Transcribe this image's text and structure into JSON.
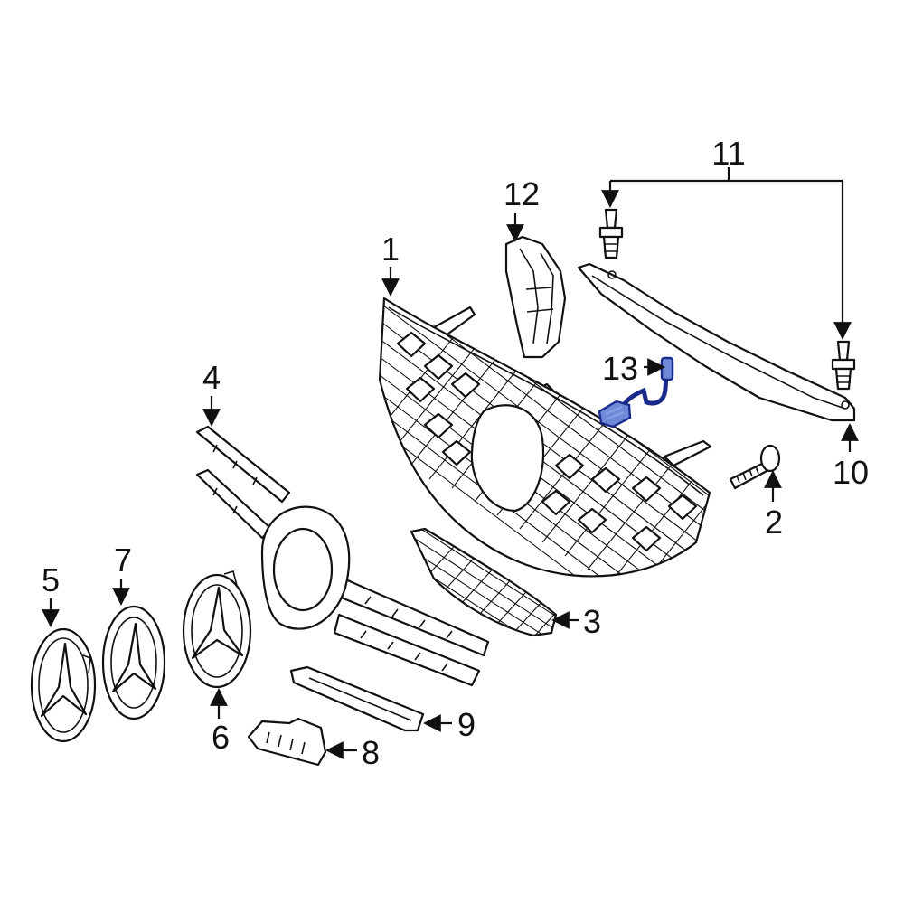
{
  "callouts": {
    "c1": "1",
    "c2": "2",
    "c3": "3",
    "c4": "4",
    "c5": "5",
    "c6": "6",
    "c7": "7",
    "c8": "8",
    "c9": "9",
    "c10": "10",
    "c11": "11",
    "c12": "12",
    "c13": "13"
  },
  "colors": {
    "line": "#111111",
    "highlight_part": "#6f8ad8",
    "highlight_outline": "#1a2a8a",
    "background": "#ffffff"
  }
}
